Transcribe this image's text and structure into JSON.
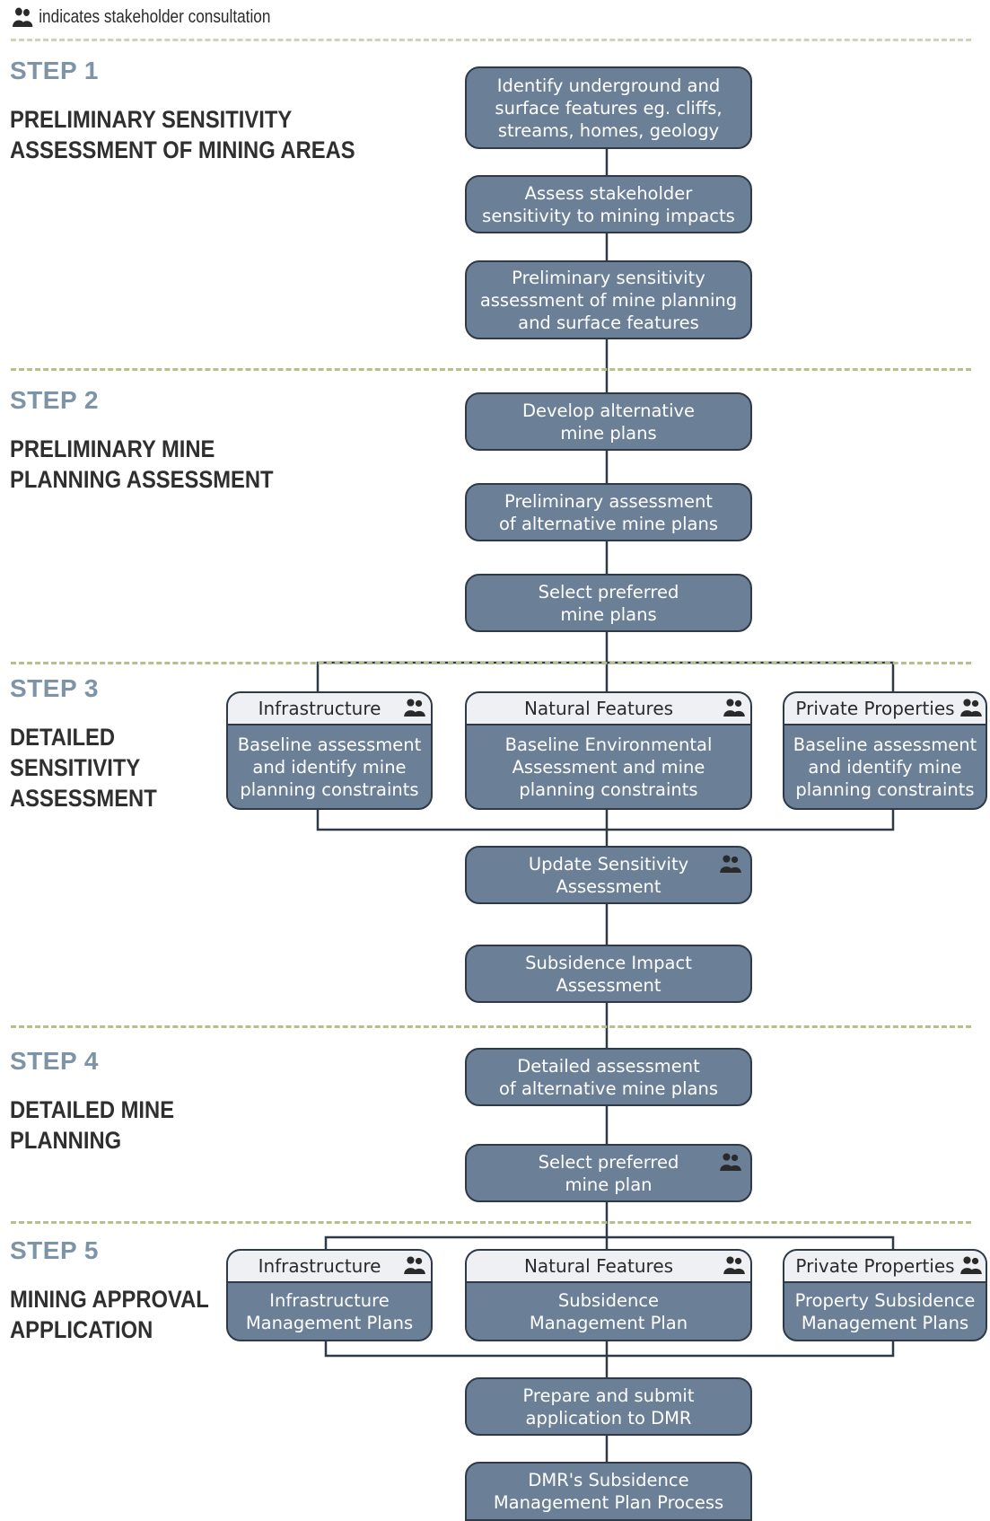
{
  "legend": {
    "text": "indicates stakeholder consultation",
    "icon": "people-icon"
  },
  "colors": {
    "box_fill": "#6b7f96",
    "box_border": "#2e3a48",
    "header_fill": "#eef0f3",
    "step_number": "#7d93a8",
    "dash_line": "#b7bf8a"
  },
  "steps": [
    {
      "number": "STEP 1",
      "title": "PRELIMINARY SENSITIVITY\nASSESSMENT OF MINING AREAS"
    },
    {
      "number": "STEP 2",
      "title": "PRELIMINARY MINE\nPLANNING ASSESSMENT"
    },
    {
      "number": "STEP 3",
      "title": "DETAILED\nSENSITIVITY\nASSESSMENT"
    },
    {
      "number": "STEP 4",
      "title": "DETAILED MINE\nPLANNING"
    },
    {
      "number": "STEP 5",
      "title": "MINING APPROVAL\nAPPLICATION"
    }
  ],
  "boxes": {
    "identify_features": "Identify underground and\nsurface features eg. cliffs,\nstreams, homes, geology",
    "assess_stakeholder": "Assess stakeholder\nsensitivity to mining impacts",
    "preliminary_sensitivity": "Preliminary sensitivity\nassessment of mine planning\nand surface features",
    "develop_alternative": "Develop alternative\nmine plans",
    "preliminary_assessment_alt": "Preliminary assessment\nof alternative mine plans",
    "select_preferred_plans": "Select preferred\nmine plans",
    "update_sensitivity": "Update Sensitivity\nAssessment",
    "subsidence_impact": "Subsidence Impact\nAssessment",
    "detailed_assessment_alt": "Detailed assessment\nof alternative mine plans",
    "select_preferred_plan": "Select preferred\nmine plan",
    "prepare_submit": "Prepare and submit\napplication to DMR",
    "dmr_process": "DMR's Subsidence\nManagement Plan Process"
  },
  "step3_categories": [
    {
      "header": "Infrastructure",
      "body": "Baseline assessment\nand identify mine\nplanning constraints"
    },
    {
      "header": "Natural Features",
      "body": "Baseline Environmental\nAssessment and mine\nplanning constraints"
    },
    {
      "header": "Private Properties",
      "body": "Baseline assessment\nand identify mine\nplanning constraints"
    }
  ],
  "step5_categories": [
    {
      "header": "Infrastructure",
      "body": "Infrastructure\nManagement Plans"
    },
    {
      "header": "Natural Features",
      "body": "Subsidence\nManagement Plan"
    },
    {
      "header": "Private Properties",
      "body": "Property Subsidence\nManagement Plans"
    }
  ]
}
